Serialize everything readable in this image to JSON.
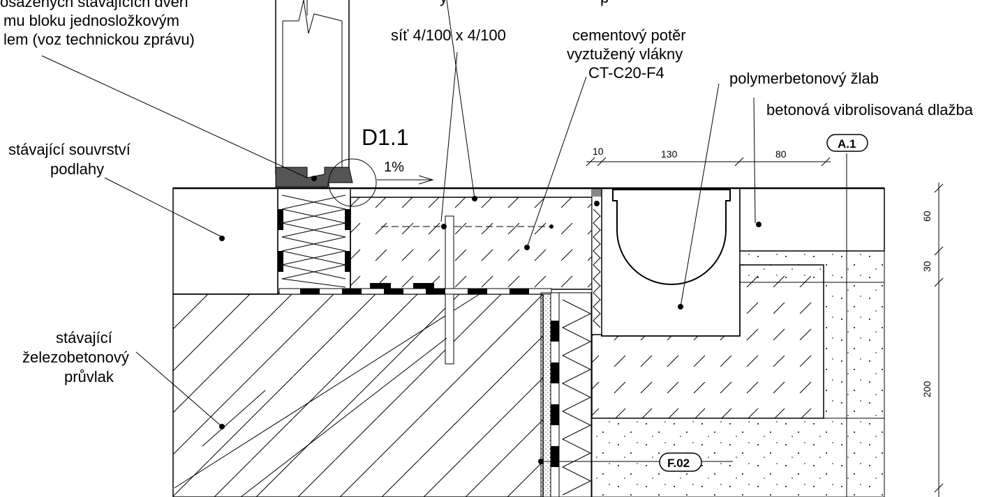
{
  "labels": {
    "top_left": [
      "osazených stávajících dveří",
      "mu bloku jednosložkovým",
      "lem (voz technickou zprávu)"
    ],
    "top_center_fragment": "y",
    "top_center_fragment2": "p",
    "mesh": "síť 4/100 x 4/100",
    "screed": [
      "cementový potěr",
      "vyztužený vlákny",
      "CT-C20-F4"
    ],
    "drain": "polymerbetonový žlab",
    "paving": "betonová vibrolisovaná dlažba",
    "floor_layers": [
      "stávající souvrství",
      "podlahy"
    ],
    "beam": [
      "stávající",
      "železobetonový",
      "průvlak"
    ]
  },
  "detail_ref": "D1.1",
  "slope": "1%",
  "tags": {
    "a1": "A.1",
    "f02": "F.02"
  },
  "dims": {
    "horizontal": [
      "10",
      "130",
      "80"
    ],
    "vertical": [
      "60",
      "30",
      "200"
    ]
  }
}
